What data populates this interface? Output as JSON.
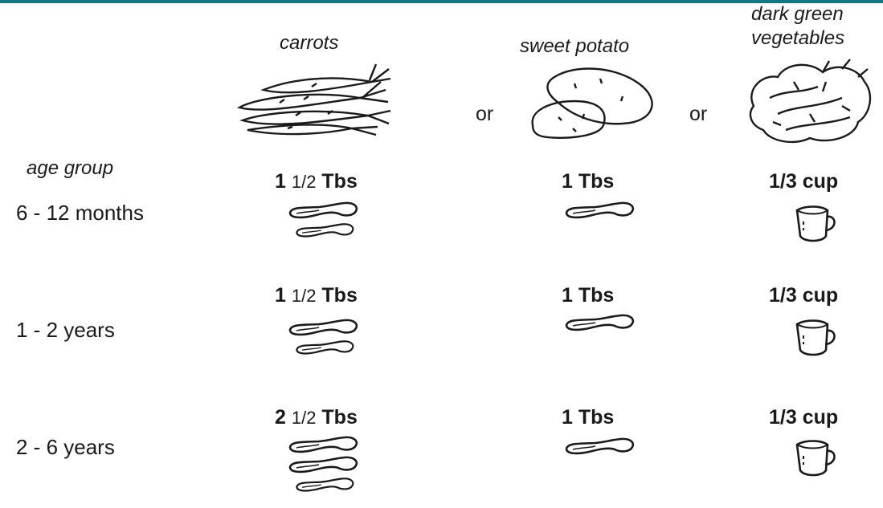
{
  "colors": {
    "accent": "#0f7a84",
    "ink": "#1a1a1a"
  },
  "header": {
    "carrots": "carrots",
    "sweet_potato": "sweet potato",
    "dark_green_line1": "dark green",
    "dark_green_line2": "vegetables",
    "or_1": "or",
    "or_2": "or",
    "age_group": "age group"
  },
  "rows": [
    {
      "age": "6 - 12 months",
      "carrots": {
        "whole": "1",
        "frac": "1/2",
        "unit": "Tbs",
        "spoons": 2
      },
      "sweet_potato": {
        "whole": "1",
        "unit": "Tbs",
        "spoons": 1
      },
      "greens": {
        "amount": "1/3 cup",
        "cups": 1
      }
    },
    {
      "age": "1 - 2  years",
      "carrots": {
        "whole": "1",
        "frac": "1/2",
        "unit": "Tbs",
        "spoons": 2
      },
      "sweet_potato": {
        "whole": "1",
        "unit": "Tbs",
        "spoons": 1
      },
      "greens": {
        "amount": "1/3 cup",
        "cups": 1
      }
    },
    {
      "age": "2 - 6  years",
      "carrots": {
        "whole": "2",
        "frac": "1/2",
        "unit": "Tbs",
        "spoons": 3
      },
      "sweet_potato": {
        "whole": "1",
        "unit": "Tbs",
        "spoons": 1
      },
      "greens": {
        "amount": "1/3 cup",
        "cups": 1
      }
    }
  ]
}
